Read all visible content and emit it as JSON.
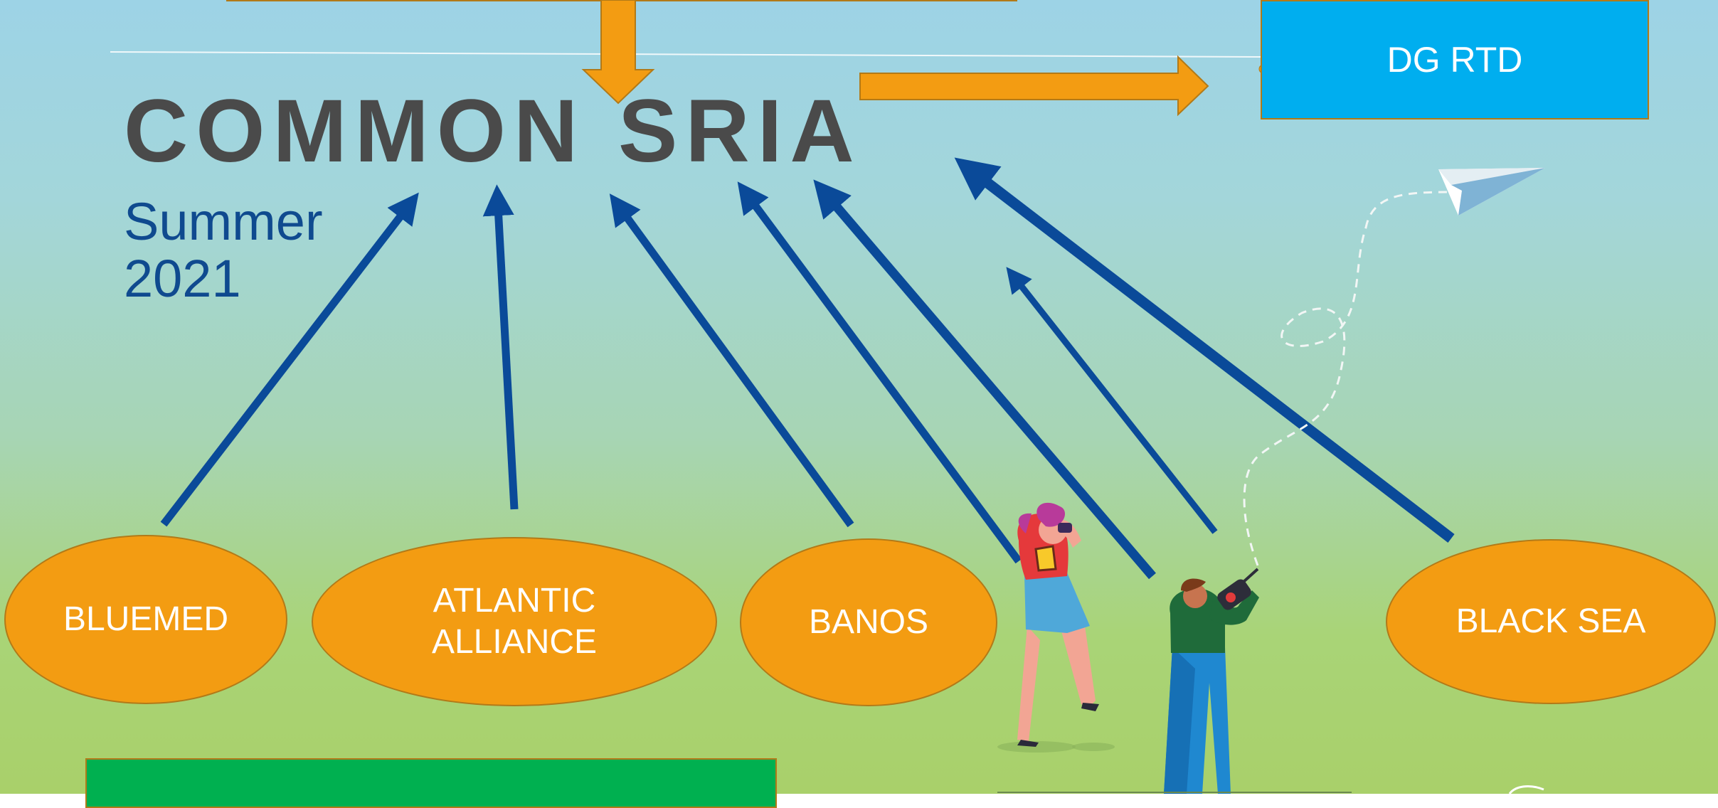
{
  "title": "COMMON SRIA",
  "subtitle": {
    "line1": "Summer",
    "line2": "2021"
  },
  "dg_box": {
    "label": "DG RTD"
  },
  "nodes": [
    {
      "id": "bluemed",
      "lines": [
        "BLUEMED"
      ]
    },
    {
      "id": "atlantic",
      "lines": [
        "ATLANTIC",
        "ALLIANCE"
      ]
    },
    {
      "id": "banos",
      "lines": [
        "BANOS"
      ]
    },
    {
      "id": "blacksea",
      "lines": [
        "BLACK SEA"
      ]
    }
  ],
  "colors": {
    "node_fill": "#f39c12",
    "node_border": "#b27a18",
    "arrow_blue": "#0a4a99",
    "arrow_orange": "#f39c12",
    "dg_box_fill": "#00aeef",
    "green_box": "#00b050",
    "title_color": "#4a4a4a",
    "subtitle_color": "#0f4a8f"
  },
  "decorations": [
    "paper-plane-icon",
    "woman-with-binoculars-illustration",
    "man-with-remote-control-illustration"
  ]
}
